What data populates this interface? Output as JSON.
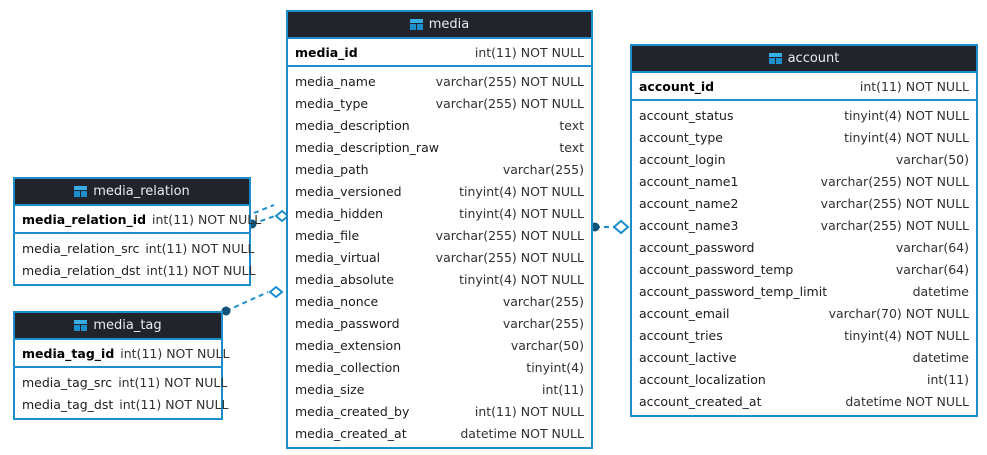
{
  "diagram": {
    "type": "entity-relationship-diagram",
    "background": "#ffffff",
    "accent_color": "#1C8ECC",
    "header_color": "#21252B",
    "icon_name": "table-icon"
  },
  "entities": {
    "media": {
      "name": "media",
      "primary_key": {
        "name": "media_id",
        "type": "int(11) NOT NULL"
      },
      "columns": [
        {
          "name": "media_name",
          "type": "varchar(255) NOT NULL"
        },
        {
          "name": "media_type",
          "type": "varchar(255) NOT NULL"
        },
        {
          "name": "media_description",
          "type": "text"
        },
        {
          "name": "media_description_raw",
          "type": "text"
        },
        {
          "name": "media_path",
          "type": "varchar(255)"
        },
        {
          "name": "media_versioned",
          "type": "tinyint(4) NOT NULL"
        },
        {
          "name": "media_hidden",
          "type": "tinyint(4) NOT NULL"
        },
        {
          "name": "media_file",
          "type": "varchar(255) NOT NULL"
        },
        {
          "name": "media_virtual",
          "type": "varchar(255) NOT NULL"
        },
        {
          "name": "media_absolute",
          "type": "tinyint(4) NOT NULL"
        },
        {
          "name": "media_nonce",
          "type": "varchar(255)"
        },
        {
          "name": "media_password",
          "type": "varchar(255)"
        },
        {
          "name": "media_extension",
          "type": "varchar(50)"
        },
        {
          "name": "media_collection",
          "type": "tinyint(4)"
        },
        {
          "name": "media_size",
          "type": "int(11)"
        },
        {
          "name": "media_created_by",
          "type": "int(11) NOT NULL"
        },
        {
          "name": "media_created_at",
          "type": "datetime NOT NULL"
        }
      ]
    },
    "account": {
      "name": "account",
      "primary_key": {
        "name": "account_id",
        "type": "int(11) NOT NULL"
      },
      "columns": [
        {
          "name": "account_status",
          "type": "tinyint(4) NOT NULL"
        },
        {
          "name": "account_type",
          "type": "tinyint(4) NOT NULL"
        },
        {
          "name": "account_login",
          "type": "varchar(50)"
        },
        {
          "name": "account_name1",
          "type": "varchar(255) NOT NULL"
        },
        {
          "name": "account_name2",
          "type": "varchar(255) NOT NULL"
        },
        {
          "name": "account_name3",
          "type": "varchar(255) NOT NULL"
        },
        {
          "name": "account_password",
          "type": "varchar(64)"
        },
        {
          "name": "account_password_temp",
          "type": "varchar(64)"
        },
        {
          "name": "account_password_temp_limit",
          "type": "datetime"
        },
        {
          "name": "account_email",
          "type": "varchar(70) NOT NULL"
        },
        {
          "name": "account_tries",
          "type": "tinyint(4) NOT NULL"
        },
        {
          "name": "account_lactive",
          "type": "datetime"
        },
        {
          "name": "account_localization",
          "type": "int(11)"
        },
        {
          "name": "account_created_at",
          "type": "datetime NOT NULL"
        }
      ]
    },
    "media_relation": {
      "name": "media_relation",
      "primary_key": {
        "name": "media_relation_id",
        "type": "int(11) NOT NULL"
      },
      "columns": [
        {
          "name": "media_relation_src",
          "type": "int(11) NOT NULL"
        },
        {
          "name": "media_relation_dst",
          "type": "int(11) NOT NULL"
        }
      ]
    },
    "media_tag": {
      "name": "media_tag",
      "primary_key": {
        "name": "media_tag_id",
        "type": "int(11) NOT NULL"
      },
      "columns": [
        {
          "name": "media_tag_src",
          "type": "int(11) NOT NULL"
        },
        {
          "name": "media_tag_dst",
          "type": "int(11) NOT NULL"
        }
      ]
    }
  },
  "relationships": [
    {
      "from": "media_relation",
      "to": "media",
      "style": "dashed",
      "source_marker": "filled-circle",
      "target_marker": "hollow-diamond"
    },
    {
      "from": "media_tag",
      "to": "media",
      "style": "dashed",
      "source_marker": "filled-circle",
      "target_marker": "hollow-diamond"
    },
    {
      "from": "media",
      "to": "account",
      "style": "dashed",
      "source_marker": "filled-circle",
      "target_marker": "hollow-diamond"
    }
  ]
}
